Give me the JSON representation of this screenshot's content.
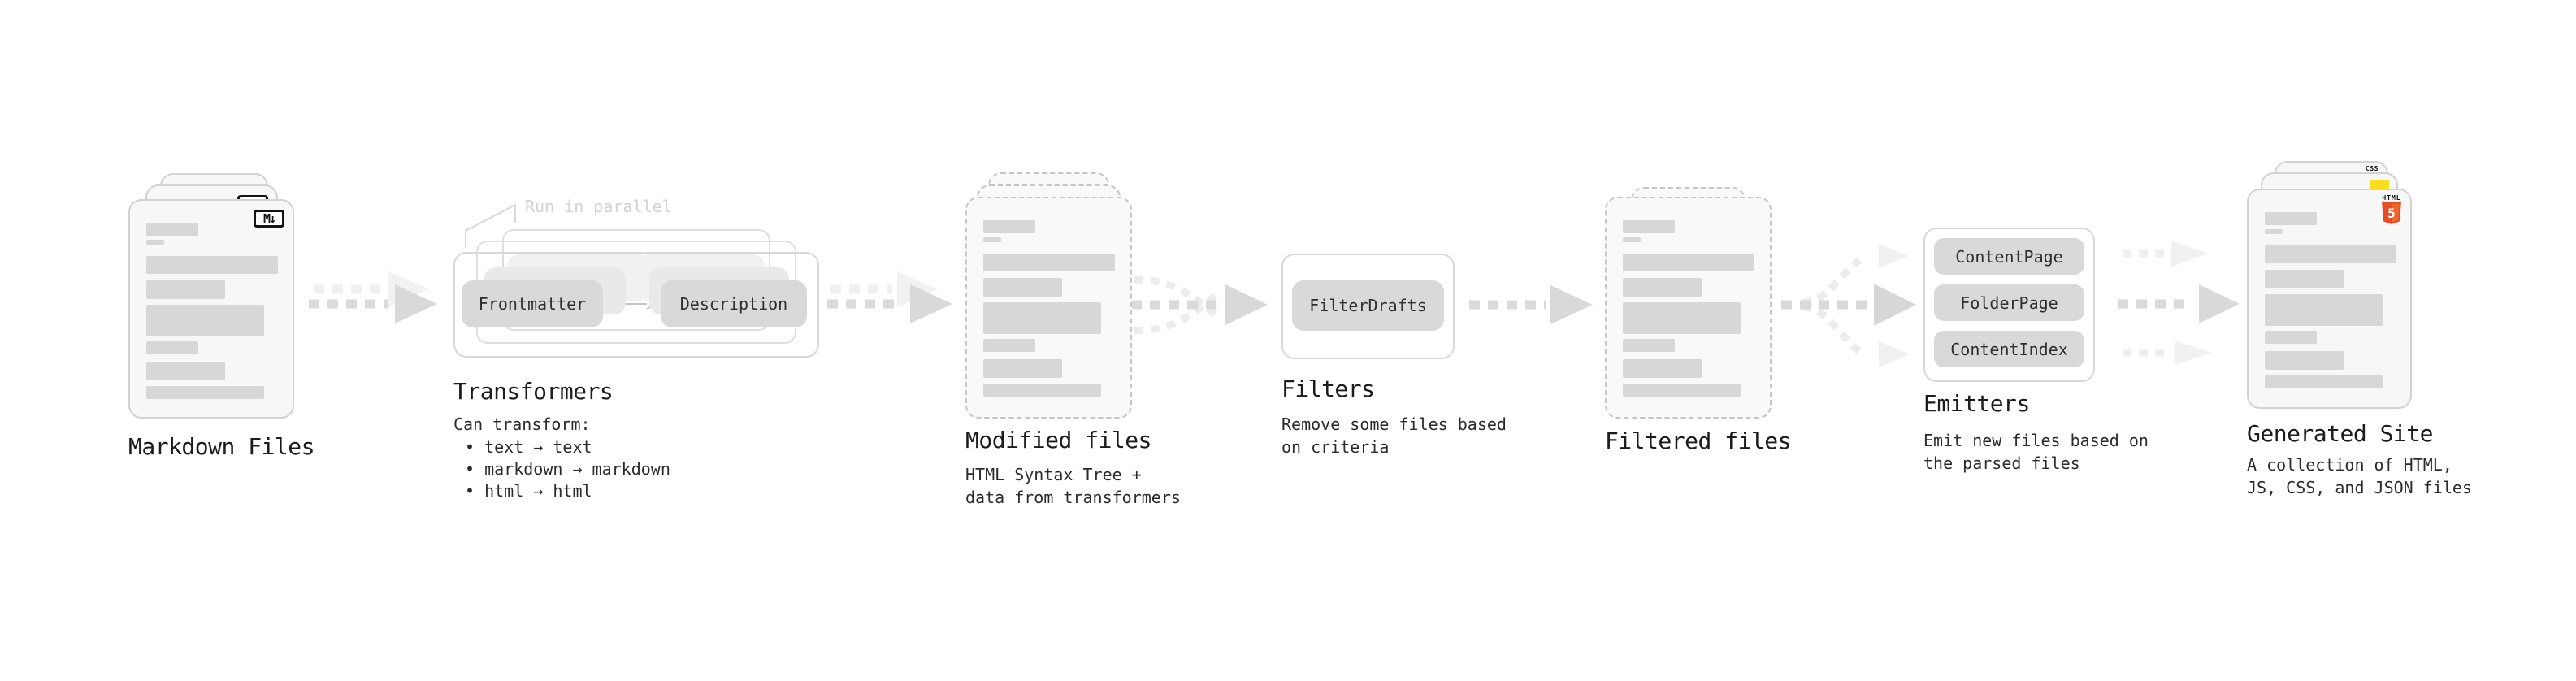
{
  "nodes": {
    "markdown": {
      "label": "Markdown Files"
    },
    "transformers": {
      "label": "Transformers",
      "callout": "Run in parallel",
      "pill_left": "Frontmatter",
      "pill_right": "Description",
      "desc_title": "Can transform:",
      "bullets": [
        "• text → text",
        "• markdown → markdown",
        "• html → html"
      ]
    },
    "modified": {
      "label": "Modified files",
      "desc": [
        "HTML Syntax Tree +",
        "data from transformers"
      ]
    },
    "filters": {
      "label": "Filters",
      "pill": "FilterDrafts",
      "desc": [
        "Remove some files based",
        "on criteria"
      ]
    },
    "filtered": {
      "label": "Filtered files"
    },
    "emitters": {
      "label": "Emitters",
      "pills": [
        "ContentPage",
        "FolderPage",
        "ContentIndex"
      ],
      "desc": [
        "Emit new files based on",
        "the parsed files"
      ]
    },
    "generated": {
      "label": "Generated Site",
      "desc": [
        "A collection of HTML,",
        "JS, CSS, and JSON files"
      ]
    }
  },
  "badges": {
    "markdown": "M↓",
    "html_label": "HTML",
    "html_number": "5",
    "css_label": "CSS"
  },
  "colors": {
    "html5_orange": "#e44d26",
    "html5_orange_light": "#f16529",
    "js_yellow": "#f7df1e",
    "css_blue": "#1572b6",
    "arrow_gray": "#d9d9d9"
  }
}
